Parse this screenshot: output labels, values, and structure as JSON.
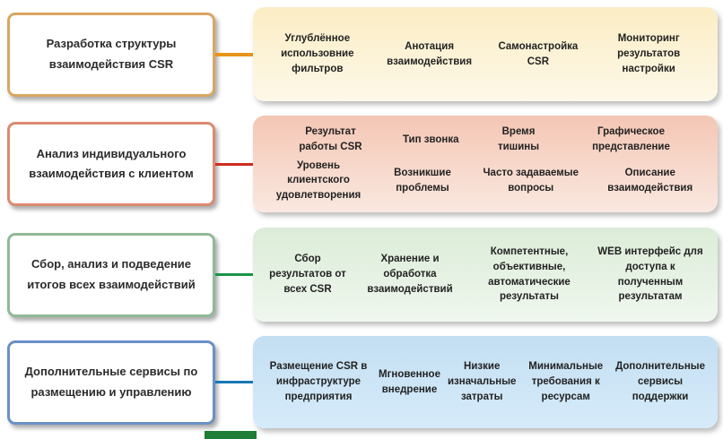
{
  "diagram": {
    "rows": [
      {
        "title": "Разработка структуры взаимодействия  CSR",
        "accent_color": "#e8941a",
        "border_color": "#d9a662",
        "panel_color": "#fbeec6",
        "items": [
          "Углублённое использовние фильтров",
          "Анотация взаимодействия",
          "Самонастройка CSR",
          "Мониторинг результатов настройки"
        ]
      },
      {
        "title": "Анализ индивидуального взаимодействия с клиентом",
        "accent_color": "#cf2b20",
        "border_color": "#dc8a70",
        "panel_color": "#f4c8b6",
        "items": [
          "Результат работы CSR",
          "Тип звонка",
          "Время тишины",
          "Графическое представление",
          "Уровень клиентского удовлетворения",
          "Возникшие проблемы",
          "Часто задаваемые вопросы",
          "Описание взаимодействия"
        ]
      },
      {
        "title": "Сбор, анализ и подведение итогов всех взаимодействий",
        "accent_color": "#1b9448",
        "border_color": "#8fba97",
        "panel_color": "#e2f0de",
        "items": [
          "Сбор результатов от всех  CSR",
          "Хранение и обработка взаимодействий",
          "Компетентные, объективные, автоматические результаты",
          "WEB  интерфейс для доступа к полученным результатам"
        ]
      },
      {
        "title": "Дополнительные сервисы по размещению и управлению",
        "accent_color": "#1878b4",
        "border_color": "#6a90c6",
        "panel_color": "#cde5f5",
        "items": [
          "Размещение CSR в инфраструктуре предприятия",
          "Мгновенное внедрение",
          "Низкие изначальные затраты",
          "Минимальные требования к ресурсам",
          "Дополнительные сервисы поддержки"
        ]
      }
    ]
  }
}
